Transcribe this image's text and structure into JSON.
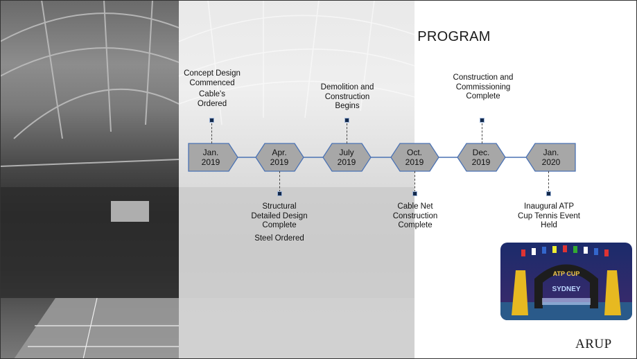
{
  "title": "PROGRAM",
  "logo_text": "ARUP",
  "colors": {
    "milestone_fill": "#a7a7a7",
    "milestone_stroke": "#4a72b4",
    "marker": "#13294b"
  },
  "milestones": [
    {
      "month": "Jan.",
      "year": "2019"
    },
    {
      "month": "Apr.",
      "year": "2019"
    },
    {
      "month": "July",
      "year": "2019"
    },
    {
      "month": "Oct.",
      "year": "2019"
    },
    {
      "month": "Dec.",
      "year": "2019"
    },
    {
      "month": "Jan.",
      "year": "2020"
    }
  ],
  "events_above": [
    {
      "line1": "Concept Design",
      "line2": "Commenced",
      "extra": "Cable's Ordered"
    },
    {
      "text": "Demolition and Construction Begins"
    },
    {
      "text": "Construction and Commissioning Complete"
    }
  ],
  "events_below": [
    {
      "line1": "Structural Detailed Design Complete",
      "extra": "Steel Ordered"
    },
    {
      "text": "Cable Net Construction Complete"
    },
    {
      "text": "Inaugural ATP Cup Tennis Event Held"
    }
  ],
  "event_photo": {
    "banner": "ATP CUP",
    "sign": "SYDNEY"
  }
}
